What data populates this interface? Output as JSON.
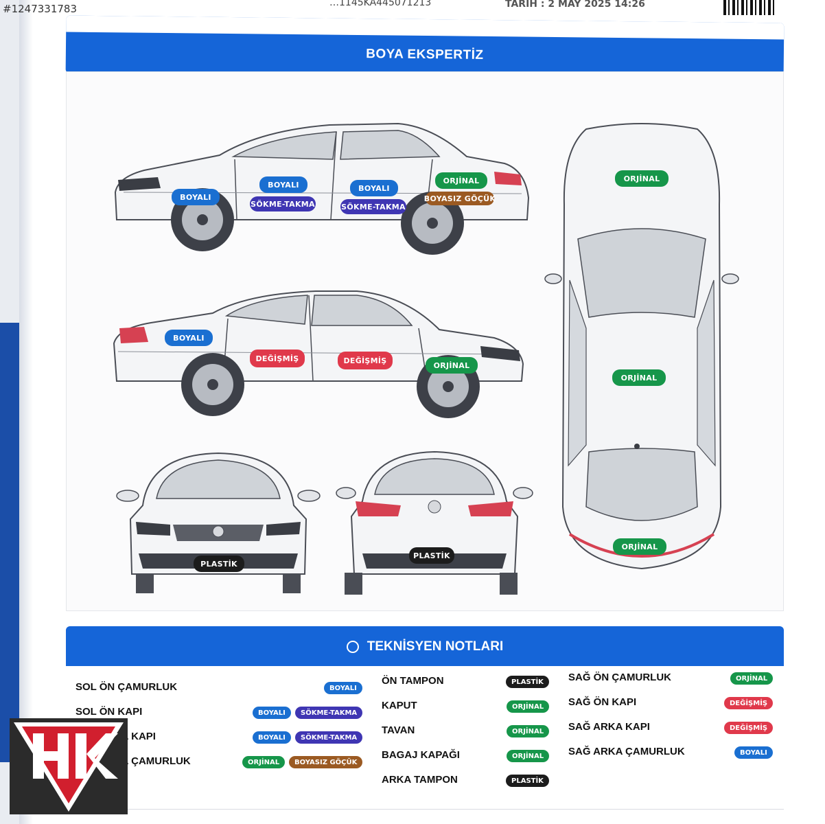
{
  "watermark_id": "#1247331783",
  "header": {
    "fragment": "…1145KA445071213",
    "date": "TARİH : 2 MAY 2025 14:26"
  },
  "section_title": "BOYA EKSPERTİZ",
  "notes_title": "TEKNİSYEN NOTLARI",
  "colors": {
    "boyali": "#1a6fd1",
    "sokme_takma": "#3f36b3",
    "orjinal": "#16964a",
    "boyasiz_gocuk": "#9b5a22",
    "degismis": "#e0394b",
    "plastik": "#1c1c1c",
    "brand_bar": "#1565d8"
  },
  "diagram_tags": {
    "right_side": {
      "front_fender": "BOYALI",
      "front_door": "BOYALI",
      "front_door_extra": "SÖKME-TAKMA",
      "rear_door": "BOYALI",
      "rear_door_extra": "SÖKME-TAKMA",
      "rear_fender": "ORJİNAL",
      "rear_fender_extra": "BOYASIZ GÖÇÜK"
    },
    "left_side": {
      "rear_fender": "BOYALI",
      "rear_door": "DEĞİŞMİŞ",
      "front_door": "DEĞİŞMİŞ",
      "front_fender": "ORJİNAL"
    },
    "top": {
      "hood": "ORJİNAL",
      "roof": "ORJİNAL",
      "trunk": "ORJİNAL"
    },
    "front_bumper": "PLASTİK",
    "rear_bumper": "PLASTİK"
  },
  "notes": {
    "col1": [
      {
        "label": "SOL ÖN ÇAMURLUK",
        "tags": [
          "BOYALI"
        ]
      },
      {
        "label": "SOL ÖN KAPI",
        "tags": [
          "BOYALI",
          "SÖKME-TAKMA"
        ]
      },
      {
        "label": "SOL ARKA KAPI",
        "tags": [
          "BOYALI",
          "SÖKME-TAKMA"
        ]
      },
      {
        "label": "SOL ARKA ÇAMURLUK",
        "tags": [
          "ORJİNAL",
          "BOYASIZ GÖÇÜK"
        ]
      }
    ],
    "col2": [
      {
        "label": "ÖN TAMPON",
        "tags": [
          "PLASTİK"
        ]
      },
      {
        "label": "KAPUT",
        "tags": [
          "ORJİNAL"
        ]
      },
      {
        "label": "TAVAN",
        "tags": [
          "ORJİNAL"
        ]
      },
      {
        "label": "BAGAJ KAPAĞI",
        "tags": [
          "ORJİNAL"
        ]
      },
      {
        "label": "ARKA TAMPON",
        "tags": [
          "PLASTİK"
        ]
      }
    ],
    "col3": [
      {
        "label": "SAĞ ÖN ÇAMURLUK",
        "tags": [
          "ORJİNAL"
        ]
      },
      {
        "label": "SAĞ ÖN KAPI",
        "tags": [
          "DEĞİŞMİŞ"
        ]
      },
      {
        "label": "SAĞ ARKA KAPI",
        "tags": [
          "DEĞİŞMİŞ"
        ]
      },
      {
        "label": "SAĞ ARKA ÇAMURLUK",
        "tags": [
          "BOYALI"
        ]
      }
    ]
  }
}
